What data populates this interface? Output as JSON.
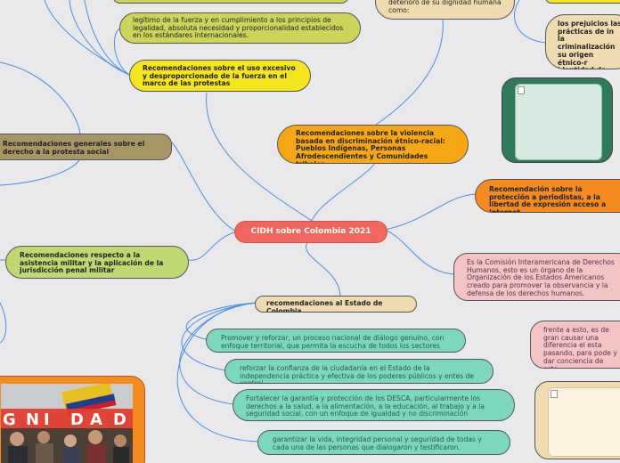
{
  "center": "CIDH sobre Colombia 2021",
  "nodes": {
    "legitimo": "legítimo de la fuerza y en cumplimiento a los principios de legalidad, absoluta necesidad y proporcionalidad establecidos en los estándares internacionales.",
    "uso_excesivo": "Recomendaciones sobre el uso excesivo y desproporcionado de la fuerza en el marco de las protestas",
    "dignidad": "deterioro de su dignidad humana como:",
    "prejuicios": "los prejuicios las prácticas de in la criminalización su origen étnico-r identidad de géne situación migrato",
    "generales": "Recomendaciones generales sobre el derecho a la protesta social",
    "violencia": "Recomendaciones sobre la violencia basada en discriminación étnico-racial: Pueblos Indígenas, Personas Afrodescendientes y Comunidades tribales",
    "periodistas": "Recomendación sobre la protección a periodistas, a la libertad de expresión acceso a Internet",
    "comision": "Es la Comisión Interamericana de Derechos Humanos, esto es un órgano de la Organización de los Estados Americanos creado para promover la observancia y la defensa de los derechos humanos.",
    "asistencia": "Recomendaciones respecto a la asistencia militar y la aplicación de la jurisdicción penal militar",
    "estado": "recomendaciones al Estado de Colombia",
    "frente": "frente a esto, es de gran causar una diferencia el esta pasando, para pode y dar conciencia de esto, recomendaciones que pla",
    "dialogo": "Promover y reforzar, un proceso nacional de diálogo genuino, con enfoque territorial, que permita la escucha de todos los sectores",
    "confianza": "reforzar la confianza de la ciudadanía en el Estado de la independencia práctica y efectiva de los poderes públicos y entes de control.",
    "desca": "Fortalecer la garantía y protección de los DESCA, particularmente los derechos a la salud, a la alimentación, a la educación, al trabajo y a la seguridad social, con un enfoque de igualdad y no discriminación",
    "vida": "garantizar la vida, integridad personal y seguridad de todas y cada una de las personas que dialogaron y testificaron."
  },
  "photo": {
    "letters": [
      "G",
      "N",
      "I",
      "D",
      "A",
      "D"
    ]
  },
  "colors": {
    "link": "#4a8fe0",
    "center": "#f2665e"
  }
}
